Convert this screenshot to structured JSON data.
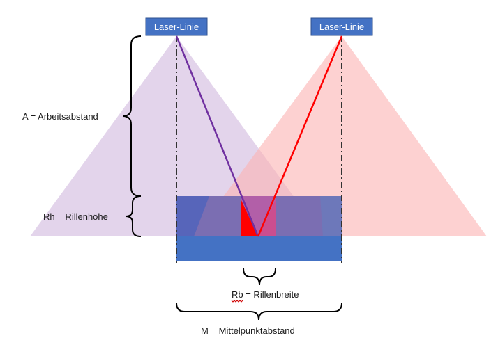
{
  "laser_left": {
    "label": "Laser-Linie"
  },
  "laser_right": {
    "label": "Laser-Linie"
  },
  "labels": {
    "arbeitsabstand": "A = Arbeitsabstand",
    "rillenhoehe": "Rh = Rillenhöhe",
    "rillenbreite": "Rb = Rillenbreite",
    "mittelpunktabstand": "M = Mittelpunktabstand"
  },
  "colors": {
    "laser_box": "#4472c4",
    "left_cone": "#d9c6e4",
    "right_cone": "#fbb3b3",
    "left_beam": "#7030a0",
    "right_beam": "#ff0000",
    "workpiece": "#4472c4",
    "groove_red": "#ff0000"
  }
}
